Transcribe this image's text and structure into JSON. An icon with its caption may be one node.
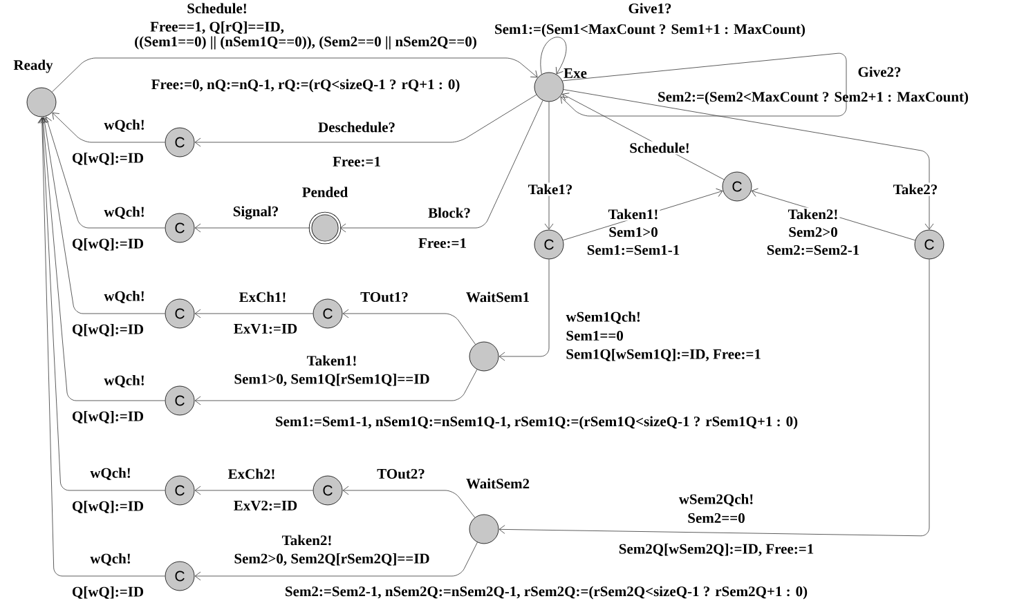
{
  "diagram": {
    "nodes": [
      {
        "text": [],
        "shape": "circle",
        "beside": [
          "Ready"
        ]
      },
      {
        "text": [],
        "shape": "circle",
        "beside": [
          "Exe"
        ]
      },
      {
        "text": [
          "C"
        ]
      },
      {
        "text": [
          "C"
        ]
      },
      {
        "text": [
          "C"
        ]
      },
      {
        "text": [
          "C"
        ]
      },
      {
        "text": [
          "C"
        ]
      },
      {
        "text": [],
        "shape": "double-circle",
        "beside": [
          "Pended"
        ]
      },
      {
        "text": [],
        "shape": "circle",
        "beside": [
          "WaitSem1"
        ]
      },
      {
        "text": [
          "C"
        ]
      },
      {
        "text": [
          "C"
        ]
      },
      {
        "text": [
          "C"
        ]
      },
      {
        "text": [
          "C"
        ]
      },
      {
        "text": [
          "C"
        ]
      },
      {
        "text": [],
        "shape": "circle",
        "beside": [
          "WaitSem2"
        ]
      },
      {
        "text": [
          "C"
        ]
      }
    ],
    "edges": [
      {
        "from": 0,
        "to": 1,
        "arrow": "to",
        "label": "Schedule!"
      },
      {
        "from": 1,
        "to": 1,
        "arrow": "to",
        "label": "Give1?"
      },
      {
        "from": 1,
        "to": 1,
        "arrow": "to",
        "label": "Give2?"
      },
      {
        "from": 1,
        "to": 3,
        "arrow": "to",
        "label": "Deschedule?"
      },
      {
        "from": 3,
        "to": 0,
        "arrow": "to",
        "label": "wQch!"
      },
      {
        "from": 1,
        "to": 7,
        "arrow": "to",
        "label": "Block?"
      },
      {
        "from": 7,
        "to": 6,
        "arrow": "to",
        "label": "Signal?"
      },
      {
        "from": 6,
        "to": 0,
        "arrow": "to",
        "label": "wQch!"
      },
      {
        "from": 1,
        "to": 4,
        "arrow": "to",
        "label": "Take1?"
      },
      {
        "from": 4,
        "to": 2,
        "arrow": "to",
        "label": "Taken1!"
      },
      {
        "from": 2,
        "to": 1,
        "arrow": "to",
        "label": "Schedule!"
      },
      {
        "from": 5,
        "to": 2,
        "arrow": "to",
        "label": "Taken2!"
      },
      {
        "from": 1,
        "to": 5,
        "arrow": "to",
        "label": "Take2?"
      },
      {
        "from": 4,
        "to": 8,
        "arrow": "to",
        "label": "wSem1Qch!"
      },
      {
        "from": 8,
        "to": 10,
        "arrow": "to",
        "label": "TOut1?"
      },
      {
        "from": 10,
        "to": 9,
        "arrow": "to",
        "label": "ExCh1!"
      },
      {
        "from": 9,
        "to": 0,
        "arrow": "to",
        "label": "wQch!"
      },
      {
        "from": 8,
        "to": 11,
        "arrow": "to",
        "label": "Taken1!"
      },
      {
        "from": 11,
        "to": 0,
        "arrow": "to",
        "label": "wQch!"
      },
      {
        "from": 5,
        "to": 14,
        "arrow": "to",
        "label": "wSem2Qch!"
      },
      {
        "from": 14,
        "to": 13,
        "arrow": "to",
        "label": "TOut2?"
      },
      {
        "from": 13,
        "to": 12,
        "arrow": "to",
        "label": "ExCh2!"
      },
      {
        "from": 12,
        "to": 0,
        "arrow": "to",
        "label": "wQch!"
      },
      {
        "from": 14,
        "to": 15,
        "arrow": "to",
        "label": "Taken2!"
      },
      {
        "from": 15,
        "to": 0,
        "arrow": "to",
        "label": "wQch!"
      }
    ],
    "labels": [
      "Free==1, Q[rQ]==ID,",
      "((Sem1==0) || (nSem1Q==0)), (Sem2==0 || nSem2Q==0)",
      "Free:=0, nQ:=nQ-1, rQ:=(rQ<sizeQ-1 ? rQ+1 : 0)",
      "Sem1:=(Sem1<MaxCount ? Sem1+1 : MaxCount)",
      "Sem2:=(Sem2<MaxCount ? Sem2+1 : MaxCount)",
      "Free:=1",
      "Q[wQ]:=ID",
      "Free:=1",
      "Q[wQ]:=ID",
      "Sem1>0",
      "Sem1:=Sem1-1",
      "Sem2>0",
      "Sem2:=Sem2-1",
      "Sem1==0",
      "Sem1Q[wSem1Q]:=ID, Free:=1",
      "ExV1:=ID",
      "Q[wQ]:=ID",
      "Sem1>0, Sem1Q[rSem1Q]==ID",
      "Q[wQ]:=ID",
      "Sem1:=Sem1-1, nSem1Q:=nSem1Q-1, rSem1Q:=(rSem1Q<sizeQ-1 ? rSem1Q+1 : 0)",
      "Sem2==0",
      "Sem2Q[wSem2Q]:=ID, Free:=1",
      "ExV2:=ID",
      "Q[wQ]:=ID",
      "Sem2>0, Sem2Q[rSem2Q]==ID",
      "Q[wQ]:=ID",
      "Sem2:=Sem2-1, nSem2Q:=nSem2Q-1, rSem2Q:=(rSem2Q<sizeQ-1 ? rSem2Q+1 : 0)"
    ]
  }
}
